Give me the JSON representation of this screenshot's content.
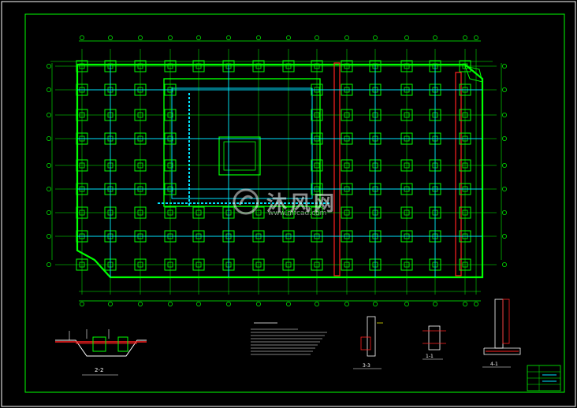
{
  "watermark": {
    "text": "沐风网",
    "url": "www.mfcad.com"
  },
  "sections": {
    "s1": "1-1",
    "s2": "2-2",
    "s3": "3-3",
    "s4": "4-1"
  },
  "colors": {
    "frame": "#00ff00",
    "axis": "#00ff00",
    "beam": "#00e5ff",
    "wall": "#ff2020",
    "note": "#ffffff",
    "yellow": "#ffff00"
  }
}
